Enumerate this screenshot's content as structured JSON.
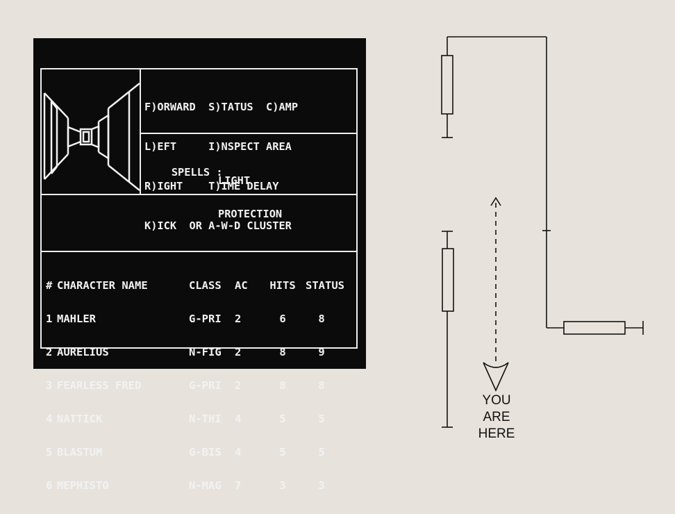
{
  "commands": {
    "line1": "F)ORWARD  S)TATUS  C)AMP",
    "line2": "L)EFT     I)NSPECT AREA",
    "line3": "R)IGHT    T)IME DELAY",
    "line4": "K)ICK  OR A-W-D CLUSTER"
  },
  "spells": {
    "label": "SPELLS :",
    "items": [
      "LIGHT",
      "PROTECTION"
    ]
  },
  "roster": {
    "headers": [
      "#",
      "CHARACTER NAME",
      "CLASS",
      "AC",
      "HITS",
      "STATUS"
    ],
    "rows": [
      {
        "num": "1",
        "name": "MAHLER",
        "class": "G-PRI",
        "ac": "2",
        "hits": "6",
        "status": "8"
      },
      {
        "num": "2",
        "name": "AURELIUS",
        "class": "N-FIG",
        "ac": "2",
        "hits": "8",
        "status": "9"
      },
      {
        "num": "3",
        "name": "FEARLESS FRED",
        "class": "G-PRI",
        "ac": "2",
        "hits": "8",
        "status": "8"
      },
      {
        "num": "4",
        "name": "NATTICK",
        "class": "N-THI",
        "ac": "4",
        "hits": "5",
        "status": "5"
      },
      {
        "num": "5",
        "name": "BLASTUM",
        "class": "G-BIS",
        "ac": "4",
        "hits": "5",
        "status": "5"
      },
      {
        "num": "6",
        "name": "MEPHISTO",
        "class": "N-MAG",
        "ac": "7",
        "hits": "3",
        "status": "3"
      }
    ]
  },
  "map": {
    "marker_line1": "YOU",
    "marker_line2": "ARE",
    "marker_line3": "HERE"
  },
  "colors": {
    "screen_bg": "#0b0b0b",
    "screen_fg": "#f2f2f2",
    "page_bg": "#e7e3dc",
    "ink": "#111111"
  }
}
